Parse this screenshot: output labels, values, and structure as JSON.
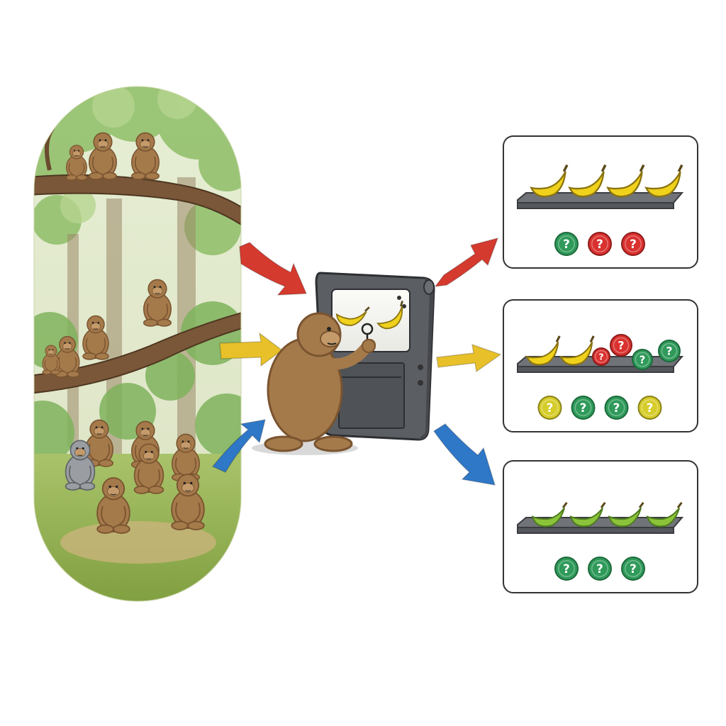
{
  "colors": {
    "background": "#ffffff",
    "forest_light": "#dfe8c9",
    "forest_foliage": "#8fbf6a",
    "forest_ground": "#8aa84c",
    "monkey_brown": "#a57a4b",
    "monkey_dark": "#7a5430",
    "monkey_gray": "#9a9ea3",
    "machine_body": "#5b5e63",
    "machine_screen": "#f2f2ef",
    "arrow_red": "#d53a2f",
    "arrow_yellow": "#e8c12a",
    "arrow_blue": "#2f78c8",
    "banana_yellow": "#f0d11c",
    "banana_green": "#8bc43a",
    "tray_gray": "#707378",
    "token_green": "#2f9a5a",
    "token_red": "#d9312f",
    "token_yellow": "#d6cc2a"
  },
  "outcome_panels": [
    {
      "name": "outcome-panel-top",
      "bananas": [
        "yellow",
        "yellow",
        "yellow",
        "yellow"
      ],
      "tokens": [
        {
          "color": "green",
          "symbol": "?"
        },
        {
          "color": "red",
          "symbol": "?"
        },
        {
          "color": "red",
          "symbol": "?"
        }
      ]
    },
    {
      "name": "outcome-panel-middle",
      "bananas": [
        "yellow",
        "yellow"
      ],
      "tray_tokens": [
        {
          "color": "red",
          "symbol": "?"
        },
        {
          "color": "red",
          "symbol": "?"
        },
        {
          "color": "green",
          "symbol": "?"
        },
        {
          "color": "green",
          "symbol": "?"
        }
      ],
      "tokens": [
        {
          "color": "yellow",
          "symbol": "?"
        },
        {
          "color": "green",
          "symbol": "?"
        },
        {
          "color": "green",
          "symbol": "?"
        },
        {
          "color": "yellow",
          "symbol": "?"
        }
      ]
    },
    {
      "name": "outcome-panel-bottom",
      "bananas": [
        "green",
        "green",
        "green",
        "green"
      ],
      "tokens": [
        {
          "color": "green",
          "symbol": "?"
        },
        {
          "color": "green",
          "symbol": "?"
        },
        {
          "color": "green",
          "symbol": "?"
        }
      ]
    }
  ],
  "icons": {
    "forest": "forest-scene-icon",
    "machine": "vending-machine-icon",
    "arrow": "arrow-icon",
    "banana": "banana-icon",
    "token": "token-icon"
  }
}
